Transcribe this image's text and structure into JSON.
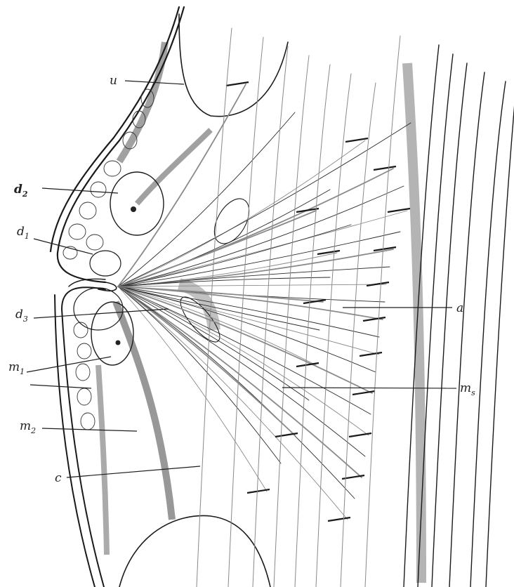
{
  "figure": {
    "colors": {
      "ink": "#1a1a1a",
      "paper": "#ffffff",
      "shade": "#3a3a3a"
    },
    "labels": [
      {
        "id": "u",
        "main": "u",
        "sub": ""
      },
      {
        "id": "d2",
        "main": "d",
        "sub": "2"
      },
      {
        "id": "d1",
        "main": "d",
        "sub": "1"
      },
      {
        "id": "d3",
        "main": "d",
        "sub": "3"
      },
      {
        "id": "a",
        "main": "a",
        "sub": ""
      },
      {
        "id": "m1",
        "main": "m",
        "sub": "1"
      },
      {
        "id": "ms",
        "main": "m",
        "sub": "s"
      },
      {
        "id": "m2",
        "main": "m",
        "sub": "2"
      },
      {
        "id": "c",
        "main": "c",
        "sub": ""
      }
    ]
  }
}
